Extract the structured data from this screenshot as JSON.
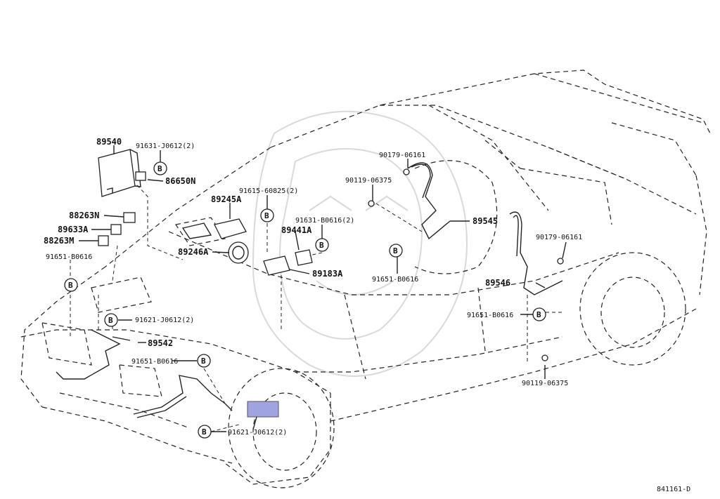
{
  "diagram_id": "841161-D",
  "highlight_color": "#9fa3e0",
  "labels": {
    "p89540": "89540",
    "p91631_j0612": "91631-J0612(2)",
    "p86650n": "86650N",
    "p88263n": "88263N",
    "p89633a": "89633A",
    "p88263m": "88263M",
    "p91651_b0616_left": "91651-B0616",
    "p91615_60825": "91615-60825(2)",
    "p89245a": "89245A",
    "p89246a": "89246A",
    "p91631_b0616": "91631-B0616(2)",
    "p89441a": "89441A",
    "p89183a": "89183A",
    "p90179_06161_top": "90179-06161",
    "p90119_06375_top": "90119-06375",
    "p89545": "89545",
    "p91651_b0616_mid": "91651-B0616",
    "p90179_06161_right": "90179-06161",
    "p89546": "89546",
    "p91651_b0616_right": "91651-B0616",
    "p90119_06375_bottom": "90119-06375",
    "p91621_j0612_top": "91621-J0612(2)",
    "p89542": "89542",
    "p91651_b0616_front": "91651-B0616",
    "p91621_j0612_bottom": "91621-J0612(2)"
  },
  "callout_letter": "B"
}
